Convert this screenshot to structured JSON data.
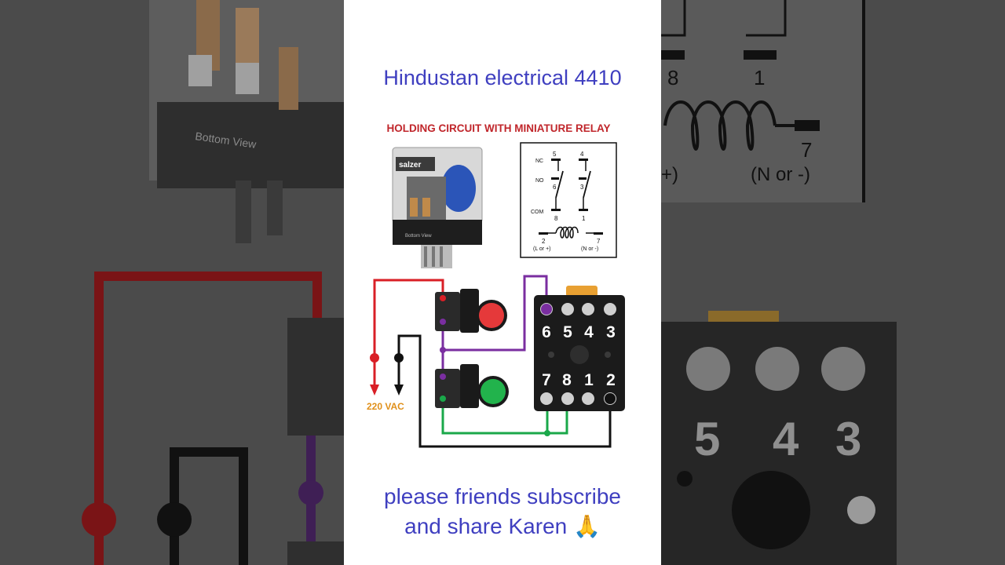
{
  "channel_title": "Hindustan electrical 4410",
  "diagram": {
    "title": "HOLDING CIRCUIT WITH MINIATURE RELAY",
    "relay_brand": "salzer",
    "relay_bottom_label": "Bottom View",
    "schematic": {
      "nc_label": "NC",
      "no_label": "NO",
      "com_label": "COM",
      "top_pins": [
        "5",
        "4"
      ],
      "mid_pins": [
        "6",
        "3"
      ],
      "bottom_pins": [
        "8",
        "1"
      ],
      "coil_pins": [
        "2",
        "7"
      ],
      "coil_left_label": "(L or +)",
      "coil_right_label": "(N or -)"
    },
    "base_top_terminals": [
      "6",
      "5",
      "4",
      "3"
    ],
    "base_bottom_terminals": [
      "7",
      "8",
      "1",
      "2"
    ],
    "supply_label": "220 VAC",
    "wire_colors": {
      "live": "#d91f26",
      "neutral": "#111111",
      "control": "#7a2ea0",
      "hold": "#1aa84a"
    },
    "button_colors": {
      "stop": "#e5393a",
      "start": "#22b34c"
    }
  },
  "zoom_left": {
    "bottom_label": "Bottom View"
  },
  "zoom_right": {
    "pins": [
      "8",
      "1",
      "7"
    ],
    "coil_label": "(N or -)",
    "coil_partial": "+)",
    "terminals": [
      "5",
      "4",
      "3"
    ]
  },
  "footer": {
    "line1": "please friends subscribe",
    "line2": "and share Karen 🙏"
  }
}
